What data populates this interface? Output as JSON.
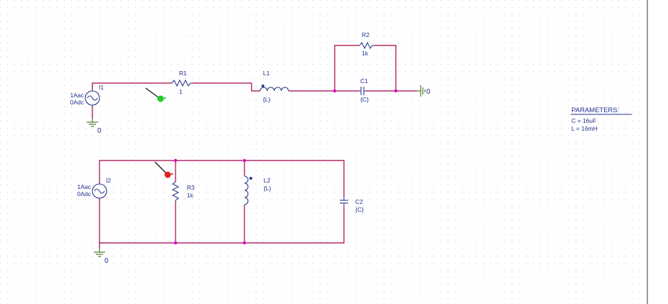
{
  "circuit1": {
    "source": {
      "ref": "I1",
      "ac": "1Aac",
      "dc": "0Adc"
    },
    "r1": {
      "ref": "R1",
      "value": "1"
    },
    "l1": {
      "ref": "L1",
      "value": "{L}"
    },
    "r2": {
      "ref": "R2",
      "value": "1k"
    },
    "c1": {
      "ref": "C1",
      "value": "{C}"
    },
    "ground_source": "0",
    "ground_right": "0"
  },
  "circuit2": {
    "source": {
      "ref": "I2",
      "ac": "1Aac",
      "dc": "0Adc"
    },
    "r3": {
      "ref": "R3",
      "value": "1k"
    },
    "l2": {
      "ref": "L2",
      "value": "{L}"
    },
    "c2": {
      "ref": "C2",
      "value": "{C}"
    },
    "ground": "0"
  },
  "parameters": {
    "title": "PARAMETERS:",
    "entries": [
      "C = 16uF",
      "L = 16mH"
    ]
  },
  "colors": {
    "wire": "#a0004a",
    "symbol": "#2b3a8c",
    "ground": "#3a6b1a",
    "junction": "#e000c8",
    "probe_green": "#22cc22",
    "probe_red": "#e02020"
  }
}
